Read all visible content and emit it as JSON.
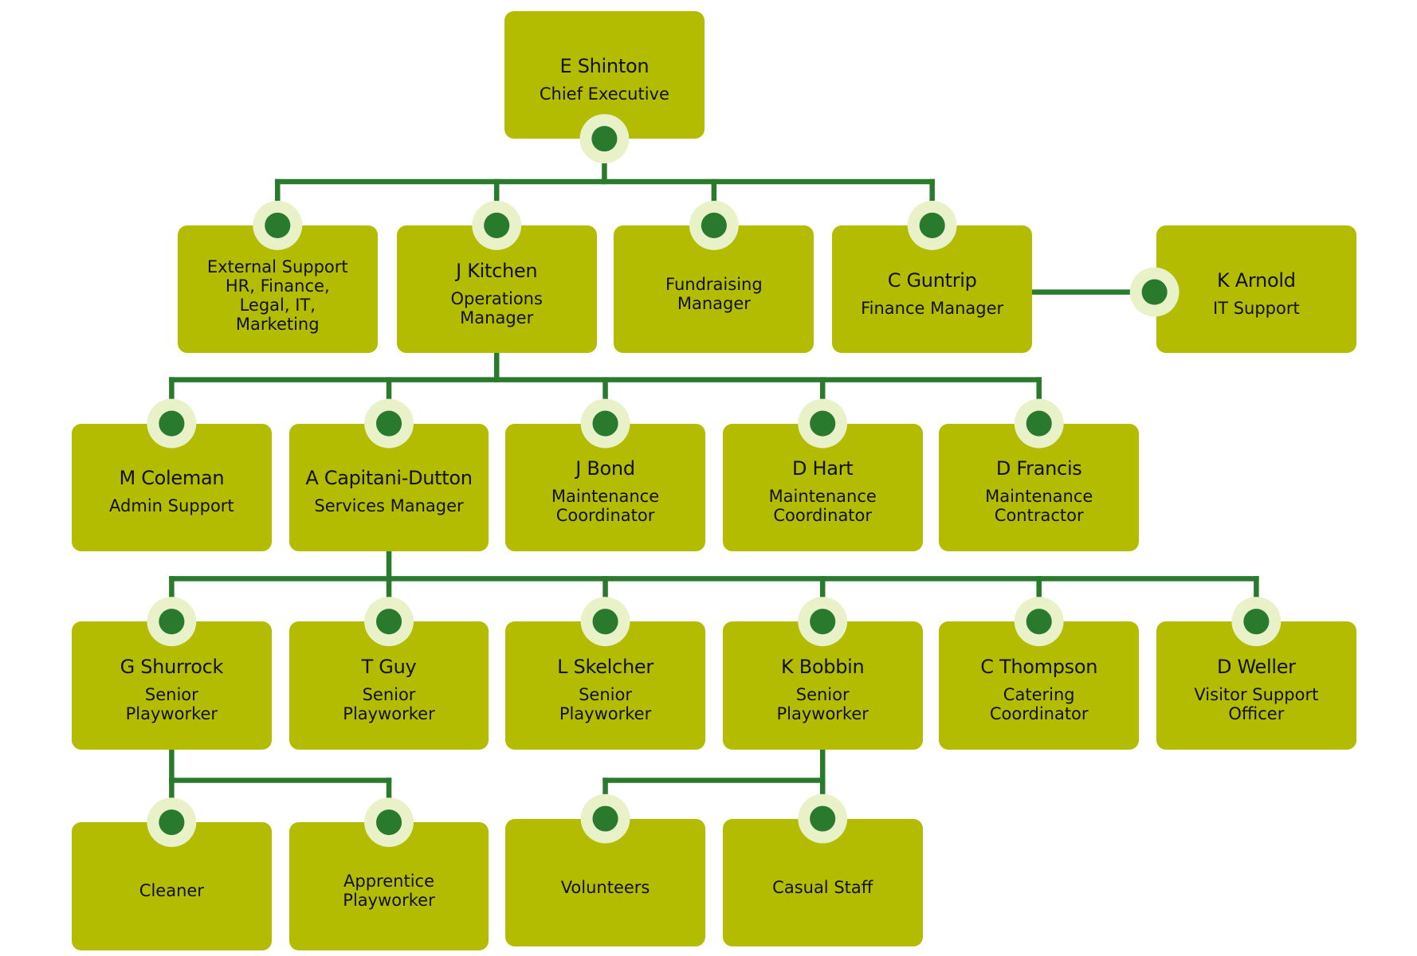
{
  "colors": {
    "box": "#b3bc00",
    "connector": "#2a7a2e",
    "dot_ring": "#e8f1c8",
    "text": "#111111"
  },
  "nodes": [
    {
      "id": "ceo",
      "name": "E Shinton",
      "lines": [
        "Chief Executive"
      ]
    },
    {
      "id": "ext",
      "name": "",
      "lines": [
        "External Support",
        "HR, Finance,",
        "Legal, IT,",
        "Marketing"
      ]
    },
    {
      "id": "jk",
      "name": "J Kitchen",
      "lines": [
        "Operations",
        "Manager"
      ]
    },
    {
      "id": "fund",
      "name": "",
      "lines": [
        "Fundraising",
        "Manager"
      ]
    },
    {
      "id": "cg",
      "name": "C Guntrip",
      "lines": [
        "Finance Manager"
      ]
    },
    {
      "id": "ka",
      "name": "K Arnold",
      "lines": [
        "IT Support"
      ]
    },
    {
      "id": "mc",
      "name": "M Coleman",
      "lines": [
        "Admin Support"
      ]
    },
    {
      "id": "acd",
      "name": "A Capitani-Dutton",
      "lines": [
        "Services Manager"
      ]
    },
    {
      "id": "jb",
      "name": "J Bond",
      "lines": [
        "Maintenance",
        "Coordinator"
      ]
    },
    {
      "id": "dh",
      "name": "D Hart",
      "lines": [
        "Maintenance",
        "Coordinator"
      ]
    },
    {
      "id": "df",
      "name": "D Francis",
      "lines": [
        "Maintenance",
        "Contractor"
      ]
    },
    {
      "id": "gs",
      "name": "G Shurrock",
      "lines": [
        "Senior",
        "Playworker"
      ]
    },
    {
      "id": "tg",
      "name": "T Guy",
      "lines": [
        "Senior",
        "Playworker"
      ]
    },
    {
      "id": "ls",
      "name": "L Skelcher",
      "lines": [
        "Senior",
        "Playworker"
      ]
    },
    {
      "id": "kb",
      "name": "K Bobbin",
      "lines": [
        "Senior",
        "Playworker"
      ]
    },
    {
      "id": "ct",
      "name": "C Thompson",
      "lines": [
        "Catering",
        "Coordinator"
      ]
    },
    {
      "id": "dw",
      "name": "D Weller",
      "lines": [
        "Visitor Support",
        "Officer"
      ]
    },
    {
      "id": "cl",
      "name": "",
      "lines": [
        "Cleaner"
      ]
    },
    {
      "id": "ap",
      "name": "",
      "lines": [
        "Apprentice",
        "Playworker"
      ]
    },
    {
      "id": "vol",
      "name": "",
      "lines": [
        "Volunteers"
      ]
    },
    {
      "id": "cas",
      "name": "",
      "lines": [
        "Casual Staff"
      ]
    }
  ],
  "edges": [
    {
      "from": "ceo",
      "to": "ext"
    },
    {
      "from": "ceo",
      "to": "jk"
    },
    {
      "from": "ceo",
      "to": "fund"
    },
    {
      "from": "ceo",
      "to": "cg"
    },
    {
      "from": "cg",
      "to": "ka"
    },
    {
      "from": "jk",
      "to": "mc"
    },
    {
      "from": "jk",
      "to": "acd"
    },
    {
      "from": "jk",
      "to": "jb"
    },
    {
      "from": "jk",
      "to": "dh"
    },
    {
      "from": "jk",
      "to": "df"
    },
    {
      "from": "acd",
      "to": "gs"
    },
    {
      "from": "acd",
      "to": "tg"
    },
    {
      "from": "acd",
      "to": "ls"
    },
    {
      "from": "acd",
      "to": "kb"
    },
    {
      "from": "acd",
      "to": "ct"
    },
    {
      "from": "acd",
      "to": "dw"
    },
    {
      "from": "gs",
      "to": "cl"
    },
    {
      "from": "gs",
      "to": "ap"
    },
    {
      "from": "kb",
      "to": "vol"
    },
    {
      "from": "kb",
      "to": "cas"
    }
  ]
}
